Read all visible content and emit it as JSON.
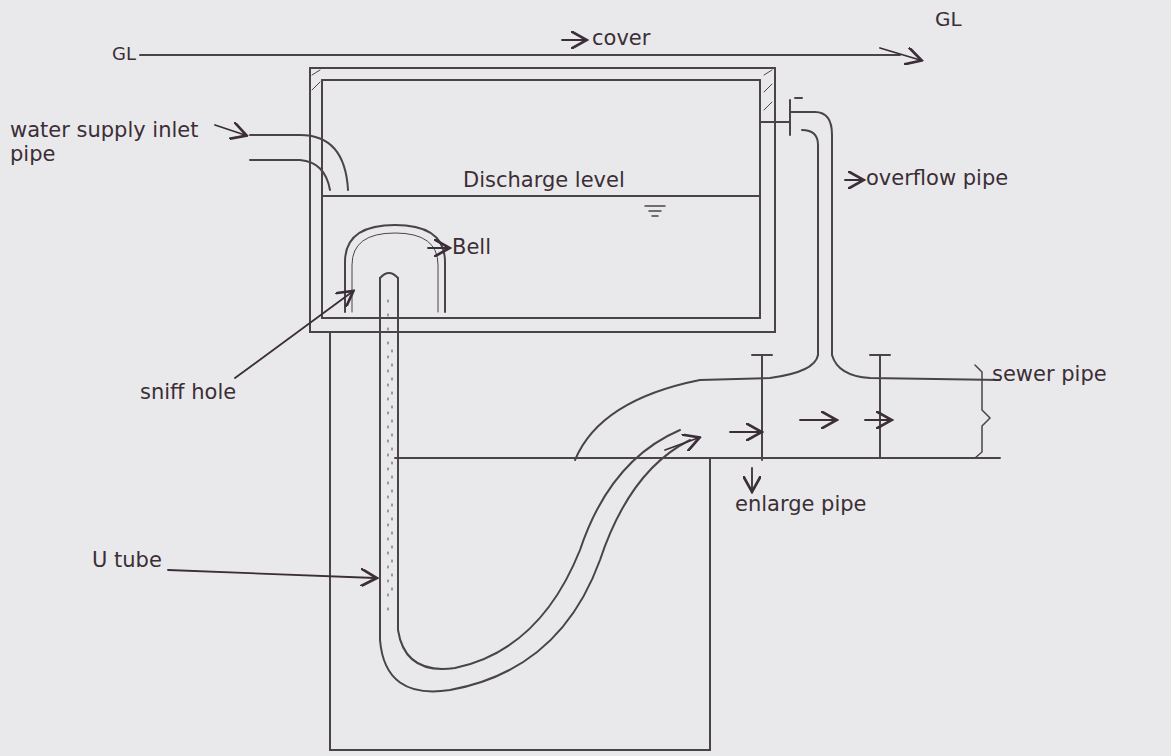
{
  "diagram": {
    "labels": [
      "GL",
      "GL",
      "cover",
      "water supply inlet pipe",
      "Discharge level",
      "Bell",
      "overflow pipe",
      "sniff hole",
      "sewer pipe",
      "enlarge pipe",
      "U tube"
    ]
  }
}
